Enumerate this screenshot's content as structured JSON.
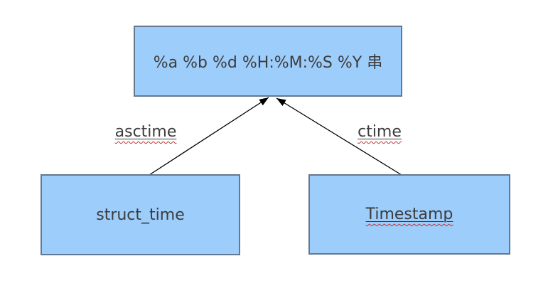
{
  "diagram": {
    "nodes": [
      {
        "id": "format-string",
        "label": "%a %b %d %H:%M:%S %Y 串"
      },
      {
        "id": "struct-time",
        "label": "struct_time"
      },
      {
        "id": "timestamp",
        "label": "Timestamp"
      }
    ],
    "edges": [
      {
        "id": "asctime",
        "label": "asctime",
        "from": "struct-time",
        "to": "format-string"
      },
      {
        "id": "ctime",
        "label": "ctime",
        "from": "timestamp",
        "to": "format-string"
      }
    ],
    "colors": {
      "node_fill": "#9dcdfb",
      "node_border": "#65788e",
      "text": "#3c3c3c",
      "arrow": "#000000",
      "spellcheck_squiggle": "#bf3434",
      "background": "#ffffff"
    }
  }
}
